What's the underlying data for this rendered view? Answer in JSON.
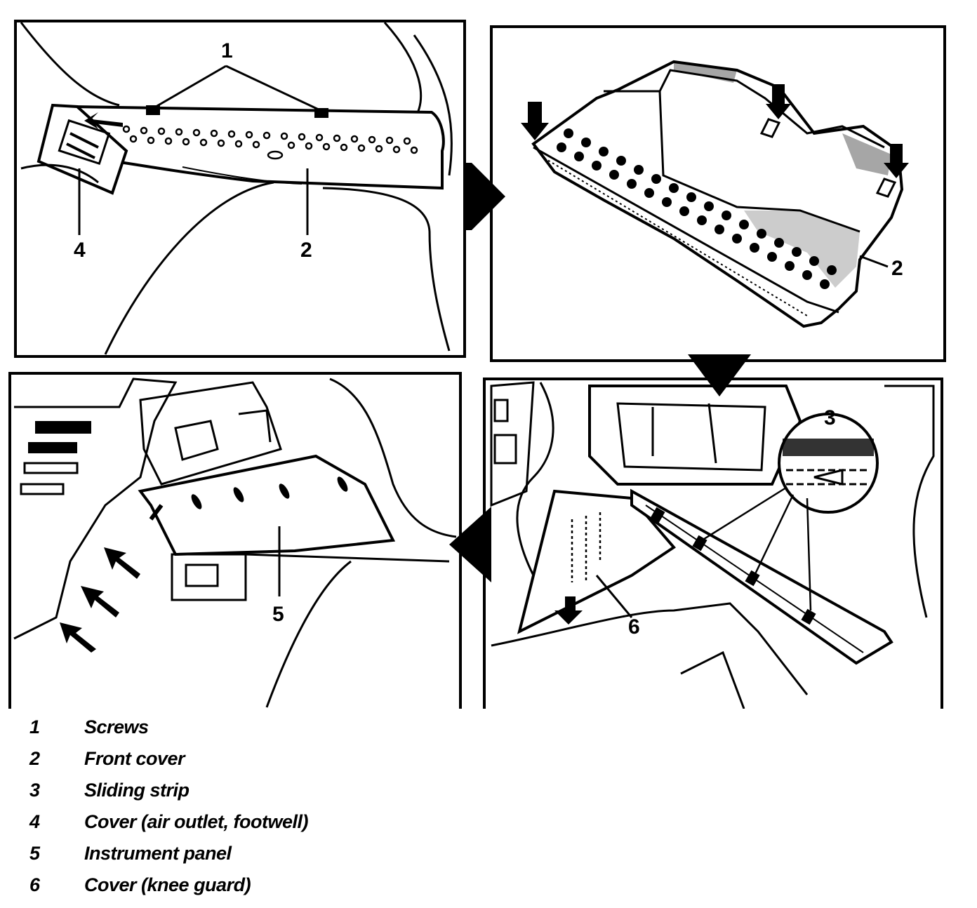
{
  "colors": {
    "ink": "#000000",
    "paper": "#ffffff"
  },
  "panels": [
    {
      "step": "panel-top-left",
      "callouts": [
        "1",
        "4",
        "2"
      ]
    },
    {
      "step": "panel-top-right",
      "callouts": [
        "2"
      ]
    },
    {
      "step": "panel-bottom-right",
      "callouts": [
        "3",
        "6"
      ]
    },
    {
      "step": "panel-bottom-left",
      "callouts": [
        "5"
      ]
    }
  ],
  "step_arrows": [
    "arrow-right",
    "arrow-down",
    "arrow-left"
  ],
  "legend": [
    {
      "num": "1",
      "label": "Screws"
    },
    {
      "num": "2",
      "label": "Front cover"
    },
    {
      "num": "3",
      "label": "Sliding strip"
    },
    {
      "num": "4",
      "label": "Cover (air outlet, footwell)"
    },
    {
      "num": "5",
      "label": "Instrument panel"
    },
    {
      "num": "6",
      "label": "Cover (knee guard)"
    }
  ]
}
